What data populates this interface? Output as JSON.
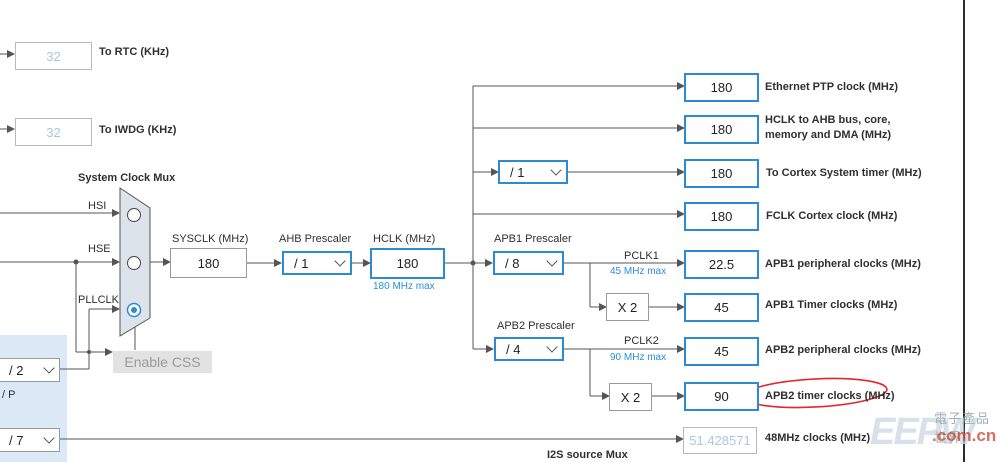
{
  "rtc": {
    "value": "32",
    "label": "To RTC (KHz)"
  },
  "iwdg": {
    "value": "32",
    "label": "To IWDG (KHz)"
  },
  "mux": {
    "title": "System Clock Mux",
    "inputs": [
      {
        "label": "HSI",
        "selected": false
      },
      {
        "label": "HSE",
        "selected": false
      },
      {
        "label": "PLLCLK",
        "selected": true
      }
    ]
  },
  "enable_css": "Enable CSS",
  "sysclk": {
    "label": "SYSCLK (MHz)",
    "value": "180"
  },
  "ahb": {
    "label": "AHB Prescaler",
    "value": "/ 1"
  },
  "hclk": {
    "label": "HCLK (MHz)",
    "value": "180",
    "note": "180 MHz max"
  },
  "apb1": {
    "label": "APB1 Prescaler",
    "value": "/ 8",
    "pclk": "PCLK1",
    "note": "45 MHz max",
    "mult": "X 2"
  },
  "apb2": {
    "label": "APB2 Prescaler",
    "value": "/ 4",
    "pclk": "PCLK2",
    "note": "90 MHz max",
    "mult": "X 2"
  },
  "systimer_div": "/ 1",
  "outputs": [
    {
      "value": "180",
      "label": "Ethernet PTP clock (MHz)"
    },
    {
      "value": "180",
      "label": "HCLK to AHB bus, core,",
      "label2": "memory and DMA (MHz)"
    },
    {
      "value": "180",
      "label": "To Cortex System timer (MHz)"
    },
    {
      "value": "180",
      "label": "FCLK Cortex clock (MHz)"
    },
    {
      "value": "22.5",
      "label": "APB1 peripheral clocks (MHz)"
    },
    {
      "value": "45",
      "label": "APB1 Timer clocks (MHz)"
    },
    {
      "value": "45",
      "label": "APB2 peripheral clocks (MHz)"
    },
    {
      "value": "90",
      "label": "APB2 timer clocks (MHz)"
    }
  ],
  "usb48": {
    "value": "51.428571",
    "label": "48MHz clocks (MHz)"
  },
  "left": {
    "div_p_value": "/ 2",
    "div_p_label": "/ P",
    "div_q_value": "/ 7"
  },
  "i2s_label": "I2S source Mux",
  "watermark": {
    "logo": "EEPW",
    "cn": "電子產品世界",
    "com": ".com.cn"
  },
  "colors": {
    "accent": "#2a8ad4",
    "wire": "#555555",
    "annotation": "#e0282e",
    "panel": "#dbe9f7"
  }
}
